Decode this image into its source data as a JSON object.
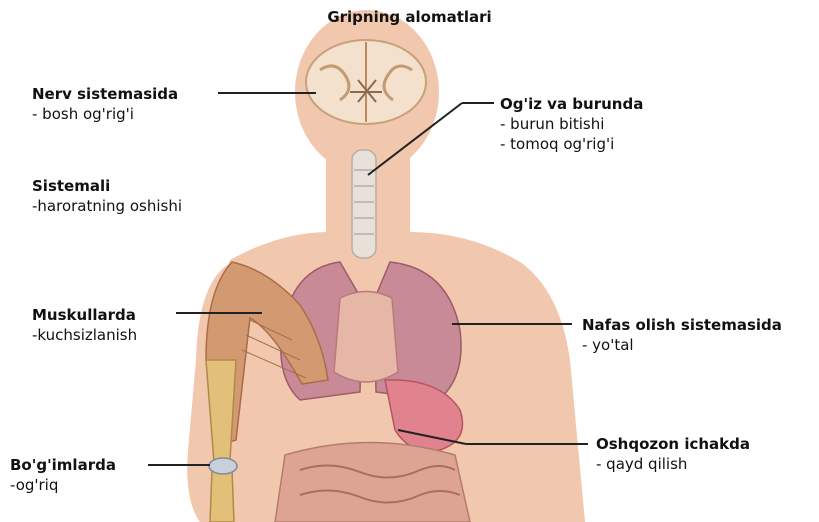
{
  "title": "Gripning alomatlari",
  "colors": {
    "skin": "#f1c7ae",
    "muscle": "#d39a72",
    "lungs": "#c98a98",
    "stomach": "#e0838f",
    "brain": "#f3e1cd",
    "leader": "#222222"
  },
  "labels": {
    "nerv": {
      "heading": "Nerv sistemasida",
      "items": [
        "- bosh og'rig'i"
      ]
    },
    "sistemali": {
      "heading": "Sistemali",
      "items": [
        "-haroratning oshishi"
      ]
    },
    "muskul": {
      "heading": "Muskullarda",
      "items": [
        "-kuchsizlanish"
      ]
    },
    "bogim": {
      "heading": "Bo'g'imlarda",
      "items": [
        "-og'riq"
      ]
    },
    "ogiz": {
      "heading": "Og'iz va burunda",
      "items": [
        "- burun bitishi",
        "- tomoq og'rig'i"
      ]
    },
    "nafas": {
      "heading": "Nafas olish sistemasida",
      "items": [
        "- yo'tal"
      ]
    },
    "oshqozon": {
      "heading": "Oshqozon ichakda",
      "items": [
        "- qayd qilish"
      ]
    }
  }
}
